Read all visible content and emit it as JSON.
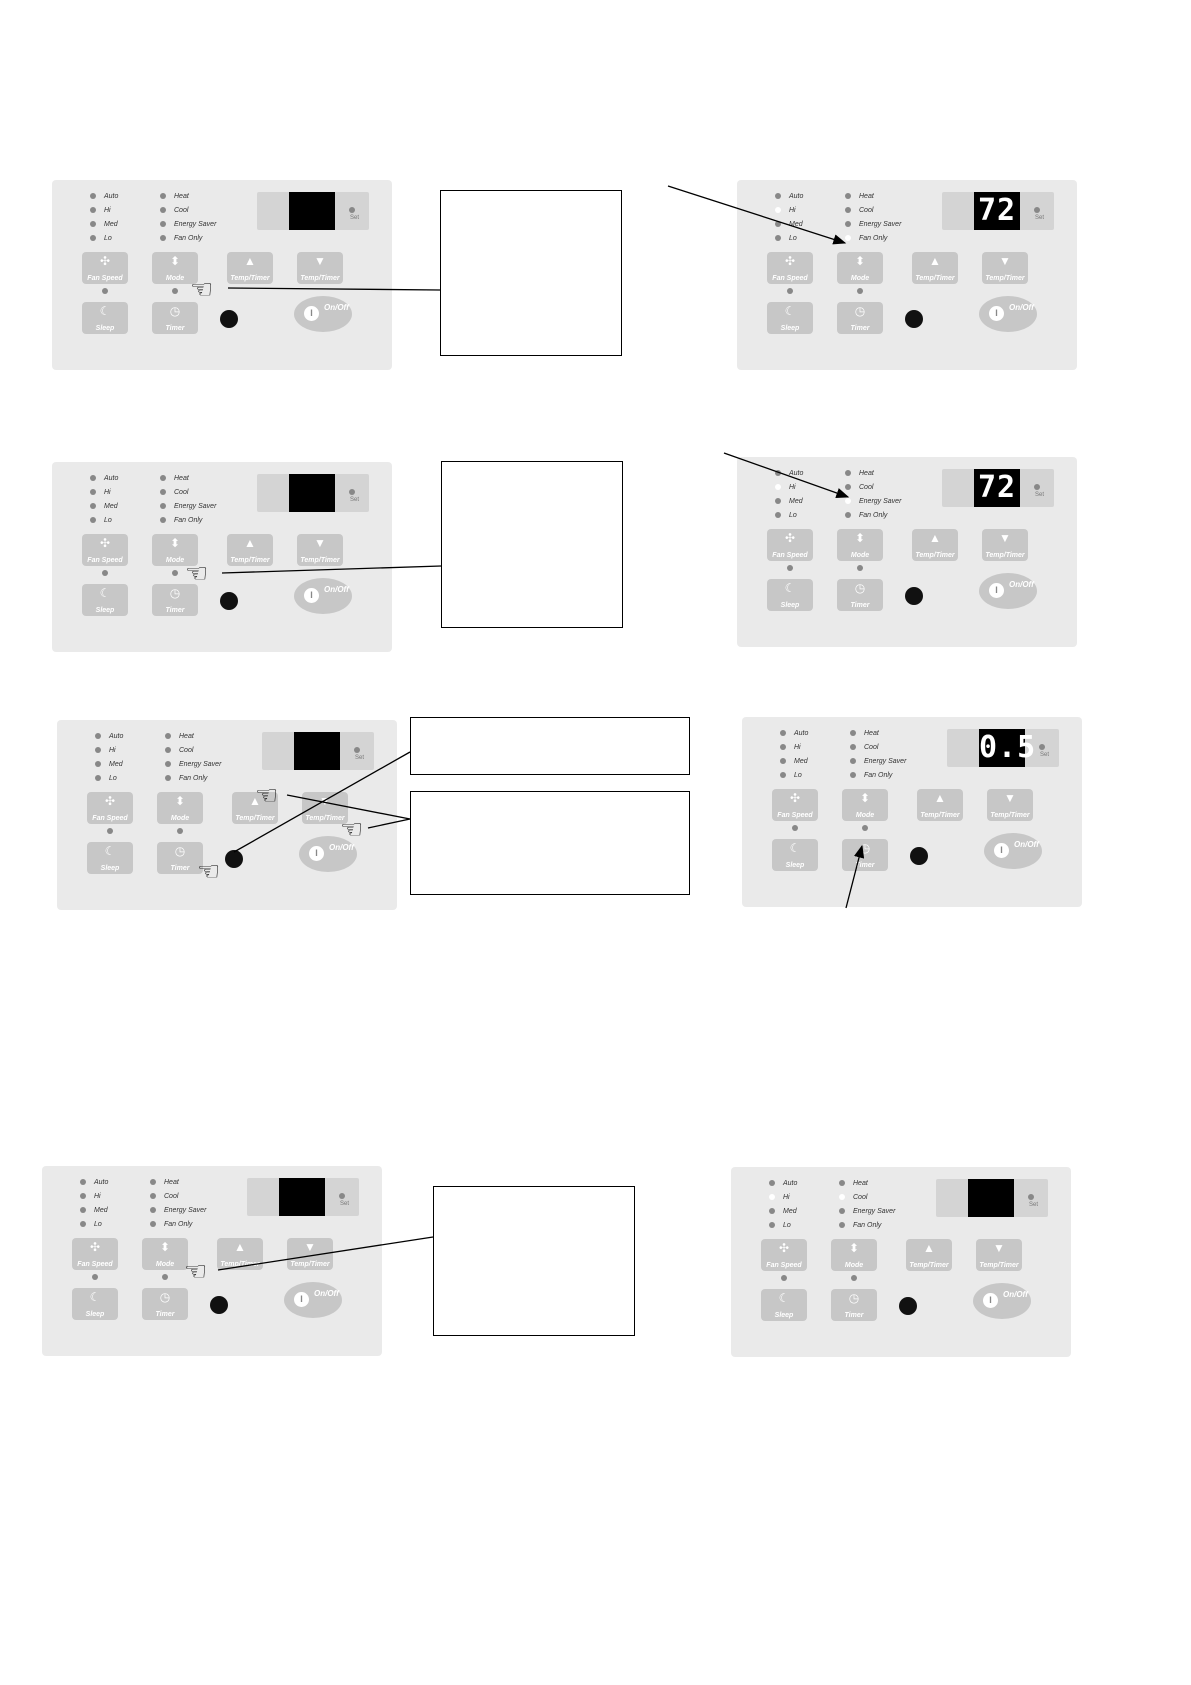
{
  "panel_labels": {
    "fan_leds": [
      "Auto",
      "Hi",
      "Med",
      "Lo"
    ],
    "mode_leds": [
      "Heat",
      "Cool",
      "Energy Saver",
      "Fan Only"
    ],
    "set_label": "Set",
    "buttons": {
      "fan_speed": "Fan Speed",
      "mode": "Mode",
      "temp_up": "Temp/Timer",
      "temp_down": "Temp/Timer",
      "sleep": "Sleep",
      "timer": "Timer",
      "on_off": "On/Off"
    }
  },
  "icons": {
    "fan": "fan-icon",
    "mode": "up-down-arrows-icon",
    "up": "up-triangle-icon",
    "down": "down-triangle-icon",
    "sleep": "moon-icon",
    "timer": "clock-icon",
    "power": "power-icon",
    "hand": "pointing-hand-icon"
  },
  "panels": [
    {
      "id": "step1-before",
      "display": "",
      "fan_on": "",
      "mode_on": ""
    },
    {
      "id": "step1-after",
      "display": "72",
      "fan_on": "Hi",
      "mode_on": "Fan Only"
    },
    {
      "id": "step2-before",
      "display": "",
      "fan_on": "",
      "mode_on": ""
    },
    {
      "id": "step2-after",
      "display": "72",
      "fan_on": "Hi",
      "mode_on": "Energy Saver"
    },
    {
      "id": "step3-before",
      "display": "",
      "fan_on": "",
      "mode_on": ""
    },
    {
      "id": "step3-after",
      "display": "0.5",
      "fan_on": "",
      "mode_on": ""
    },
    {
      "id": "step4-before",
      "display": "",
      "fan_on": "",
      "mode_on": ""
    },
    {
      "id": "step4-after",
      "display": "",
      "fan_on": "Hi",
      "mode_on": "Cool"
    }
  ]
}
